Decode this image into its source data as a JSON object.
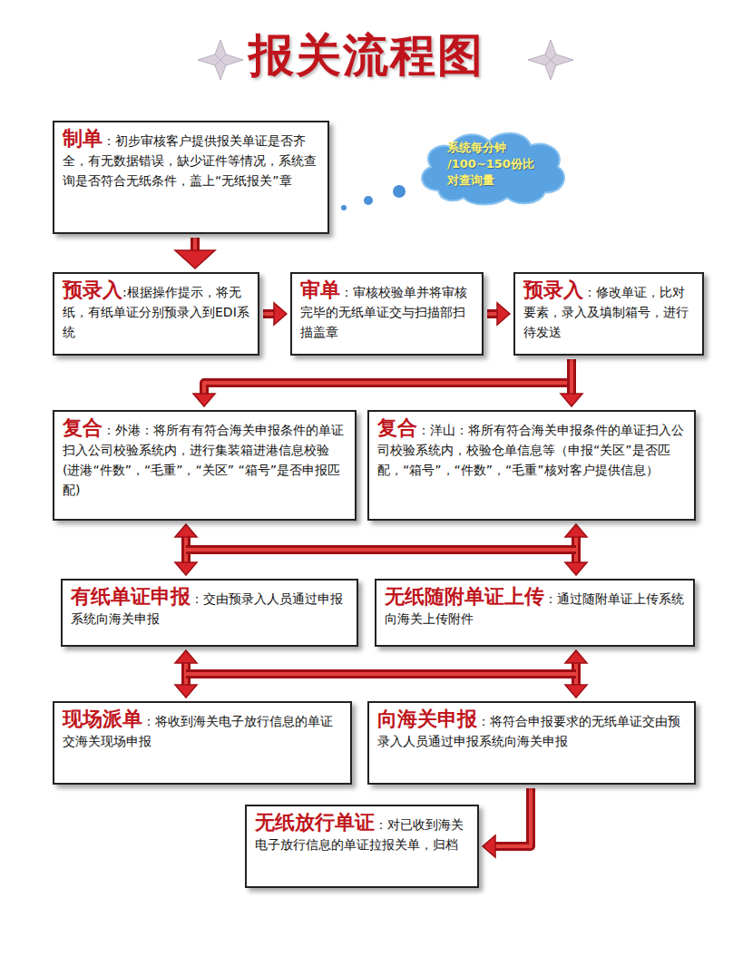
{
  "diagram": {
    "title": "报关流程图",
    "nodes": [
      {
        "text": [
          "制单",
          "：初步审核客户提供报关单证是否齐全，有无数据错误，缺少证件等情况，系统查询是否符合无纸条件，盖上“无纸报关”章"
        ]
      },
      {
        "text": [
          "系统每分钟 /100~150份比 对查询量"
        ]
      },
      {
        "text": [
          "预录入",
          ":根据操作提示，将无纸，有纸单证分别预录入到EDI系统"
        ]
      },
      {
        "text": [
          "审单",
          "：审核校验单并将审核完毕的无纸单证交与扫描部扫描盖章"
        ]
      },
      {
        "text": [
          "预录入",
          "：修改单证，比对要素，录入及填制箱号，进行待发送"
        ]
      },
      {
        "text": [
          "复合",
          "：外港：将所有有符合海关申报条件的单证扫入公司校验系统内，进行集装箱进港信息校验(进港“件数”，“毛重”，“关区” “箱号”是否申报匹配)"
        ]
      },
      {
        "text": [
          "复合",
          "：洋山：将所有符合海关申报条件的单证扫入公司校验系统内，校验仓单信息等（申报“关区”是否匹配，“箱号”，“件数”，“毛重”核对客户提供信息）"
        ]
      },
      {
        "text": [
          "有纸单证申报",
          "：交由预录入人员通过申报系统向海关申报"
        ]
      },
      {
        "text": [
          "无纸随附单证上传",
          "：通过随附单证上传系统向海关上传附件"
        ]
      },
      {
        "text": [
          "现场派单",
          "：将收到海关电子放行信息的单证交海关现场申报"
        ]
      },
      {
        "text": [
          "向海关申报",
          "：将符合申报要求的无纸单证交由预录入人员通过申报系统向海关申报"
        ]
      },
      {
        "text": [
          "无纸放行单证",
          "：对已收到海关电子放行信息的单证拉报关单，归档"
        ]
      }
    ],
    "edges": [
      {
        "from": 0,
        "to": 2,
        "arrow": "to"
      },
      {
        "from": 2,
        "to": 3,
        "arrow": "to"
      },
      {
        "from": 3,
        "to": 4,
        "arrow": "to"
      },
      {
        "from": 4,
        "to": 5,
        "arrow": "to"
      },
      {
        "from": 4,
        "to": 6,
        "arrow": "to"
      },
      {
        "from": 5,
        "to": 7,
        "arrow": "both"
      },
      {
        "from": 6,
        "to": 8,
        "arrow": "both"
      },
      {
        "from": 7,
        "to": 9,
        "arrow": "both"
      },
      {
        "from": 8,
        "to": 10,
        "arrow": "both"
      },
      {
        "from": 10,
        "to": 11,
        "arrow": "to"
      }
    ]
  }
}
